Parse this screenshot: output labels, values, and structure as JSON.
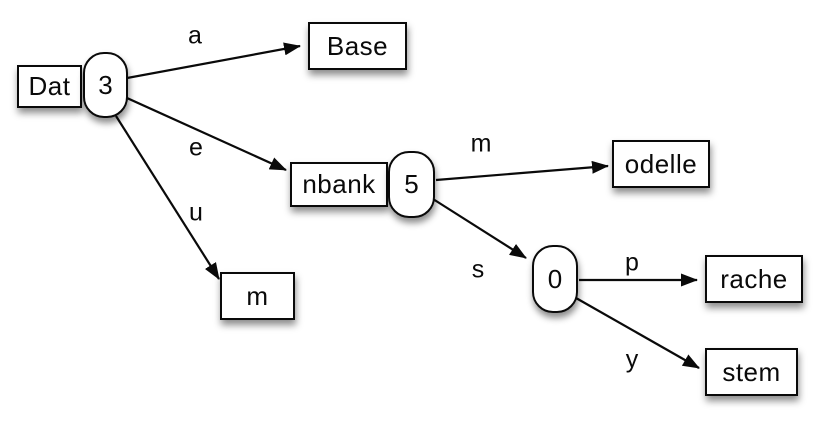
{
  "diagram": {
    "colors": {
      "background": "#ffffff",
      "node_fill": "#ffffff",
      "node_border": "#0a0a0a",
      "edge_stroke": "#0a0a0a",
      "text": "#0a0a0a"
    },
    "nodes": [
      {
        "id": "dat",
        "shape": "box",
        "label": "Dat",
        "counter": "3"
      },
      {
        "id": "base",
        "shape": "box",
        "label": "Base"
      },
      {
        "id": "nbank",
        "shape": "box",
        "label": "nbank",
        "counter": "5"
      },
      {
        "id": "m",
        "shape": "box",
        "label": "m"
      },
      {
        "id": "odelle",
        "shape": "box",
        "label": "odelle"
      },
      {
        "id": "n0",
        "shape": "oval",
        "counter": "0"
      },
      {
        "id": "rache",
        "shape": "box",
        "label": "rache"
      },
      {
        "id": "stem",
        "shape": "box",
        "label": "stem"
      }
    ],
    "edges": [
      {
        "from": "dat",
        "to": "base",
        "label": "a"
      },
      {
        "from": "dat",
        "to": "nbank",
        "label": "e"
      },
      {
        "from": "dat",
        "to": "m",
        "label": "u"
      },
      {
        "from": "nbank",
        "to": "odelle",
        "label": "m"
      },
      {
        "from": "nbank",
        "to": "n0",
        "label": "s"
      },
      {
        "from": "n0",
        "to": "rache",
        "label": "p"
      },
      {
        "from": "n0",
        "to": "stem",
        "label": "y"
      }
    ]
  }
}
